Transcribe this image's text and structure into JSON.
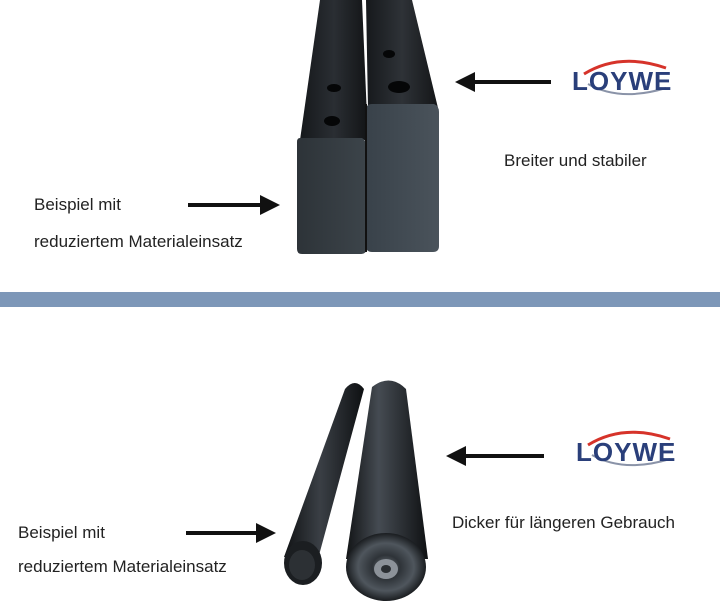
{
  "top": {
    "brand": {
      "name": "LOYWE",
      "accent": "#d6332a",
      "text_color": "#2a3f7a"
    },
    "right_caption": "Breiter und stabiler",
    "left_caption_line1": "Beispiel mit",
    "left_caption_line2": "reduziertem Materialeinsatz"
  },
  "bottom": {
    "brand": {
      "name": "LOYWE",
      "accent": "#d6332a",
      "text_color": "#2a3f7a"
    },
    "right_caption": "Dicker für längeren Gebrauch",
    "left_caption_line1": "Beispiel mit",
    "left_caption_line2": "reduziertem Materialeinsatz"
  },
  "colors": {
    "divider": "#7d97b8",
    "metal": "#1e2124"
  }
}
